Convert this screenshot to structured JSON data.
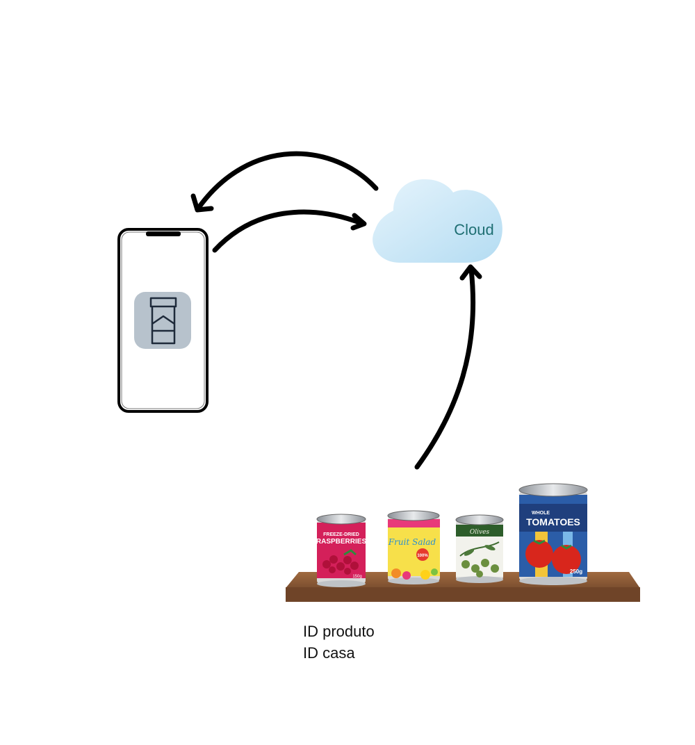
{
  "cloud": {
    "label": "Cloud"
  },
  "phone": {
    "app_icon": "food-can-app-icon"
  },
  "shelf": {
    "cans": [
      {
        "top_label": "FREEZE-DRIED",
        "name": "RASPBERRIES",
        "weight": "150g",
        "icon": "raspberries-can-icon"
      },
      {
        "name": "Fruit Salad",
        "badge": "100%",
        "icon": "fruit-salad-can-icon"
      },
      {
        "name": "Olives",
        "icon": "olives-can-icon"
      },
      {
        "top_label": "WHOLE",
        "name": "TOMATOES",
        "weight": "250g",
        "icon": "tomatoes-can-icon"
      }
    ]
  },
  "caption": {
    "line1": "ID produto",
    "line2": "ID casa"
  },
  "colors": {
    "cloud_light": "#dff1fb",
    "cloud_dark": "#b4dcf2",
    "cloud_text": "#1f6f73",
    "arrow": "#000000",
    "app_icon_bg": "#b7c2cc",
    "shelf": "#8a5a35"
  }
}
